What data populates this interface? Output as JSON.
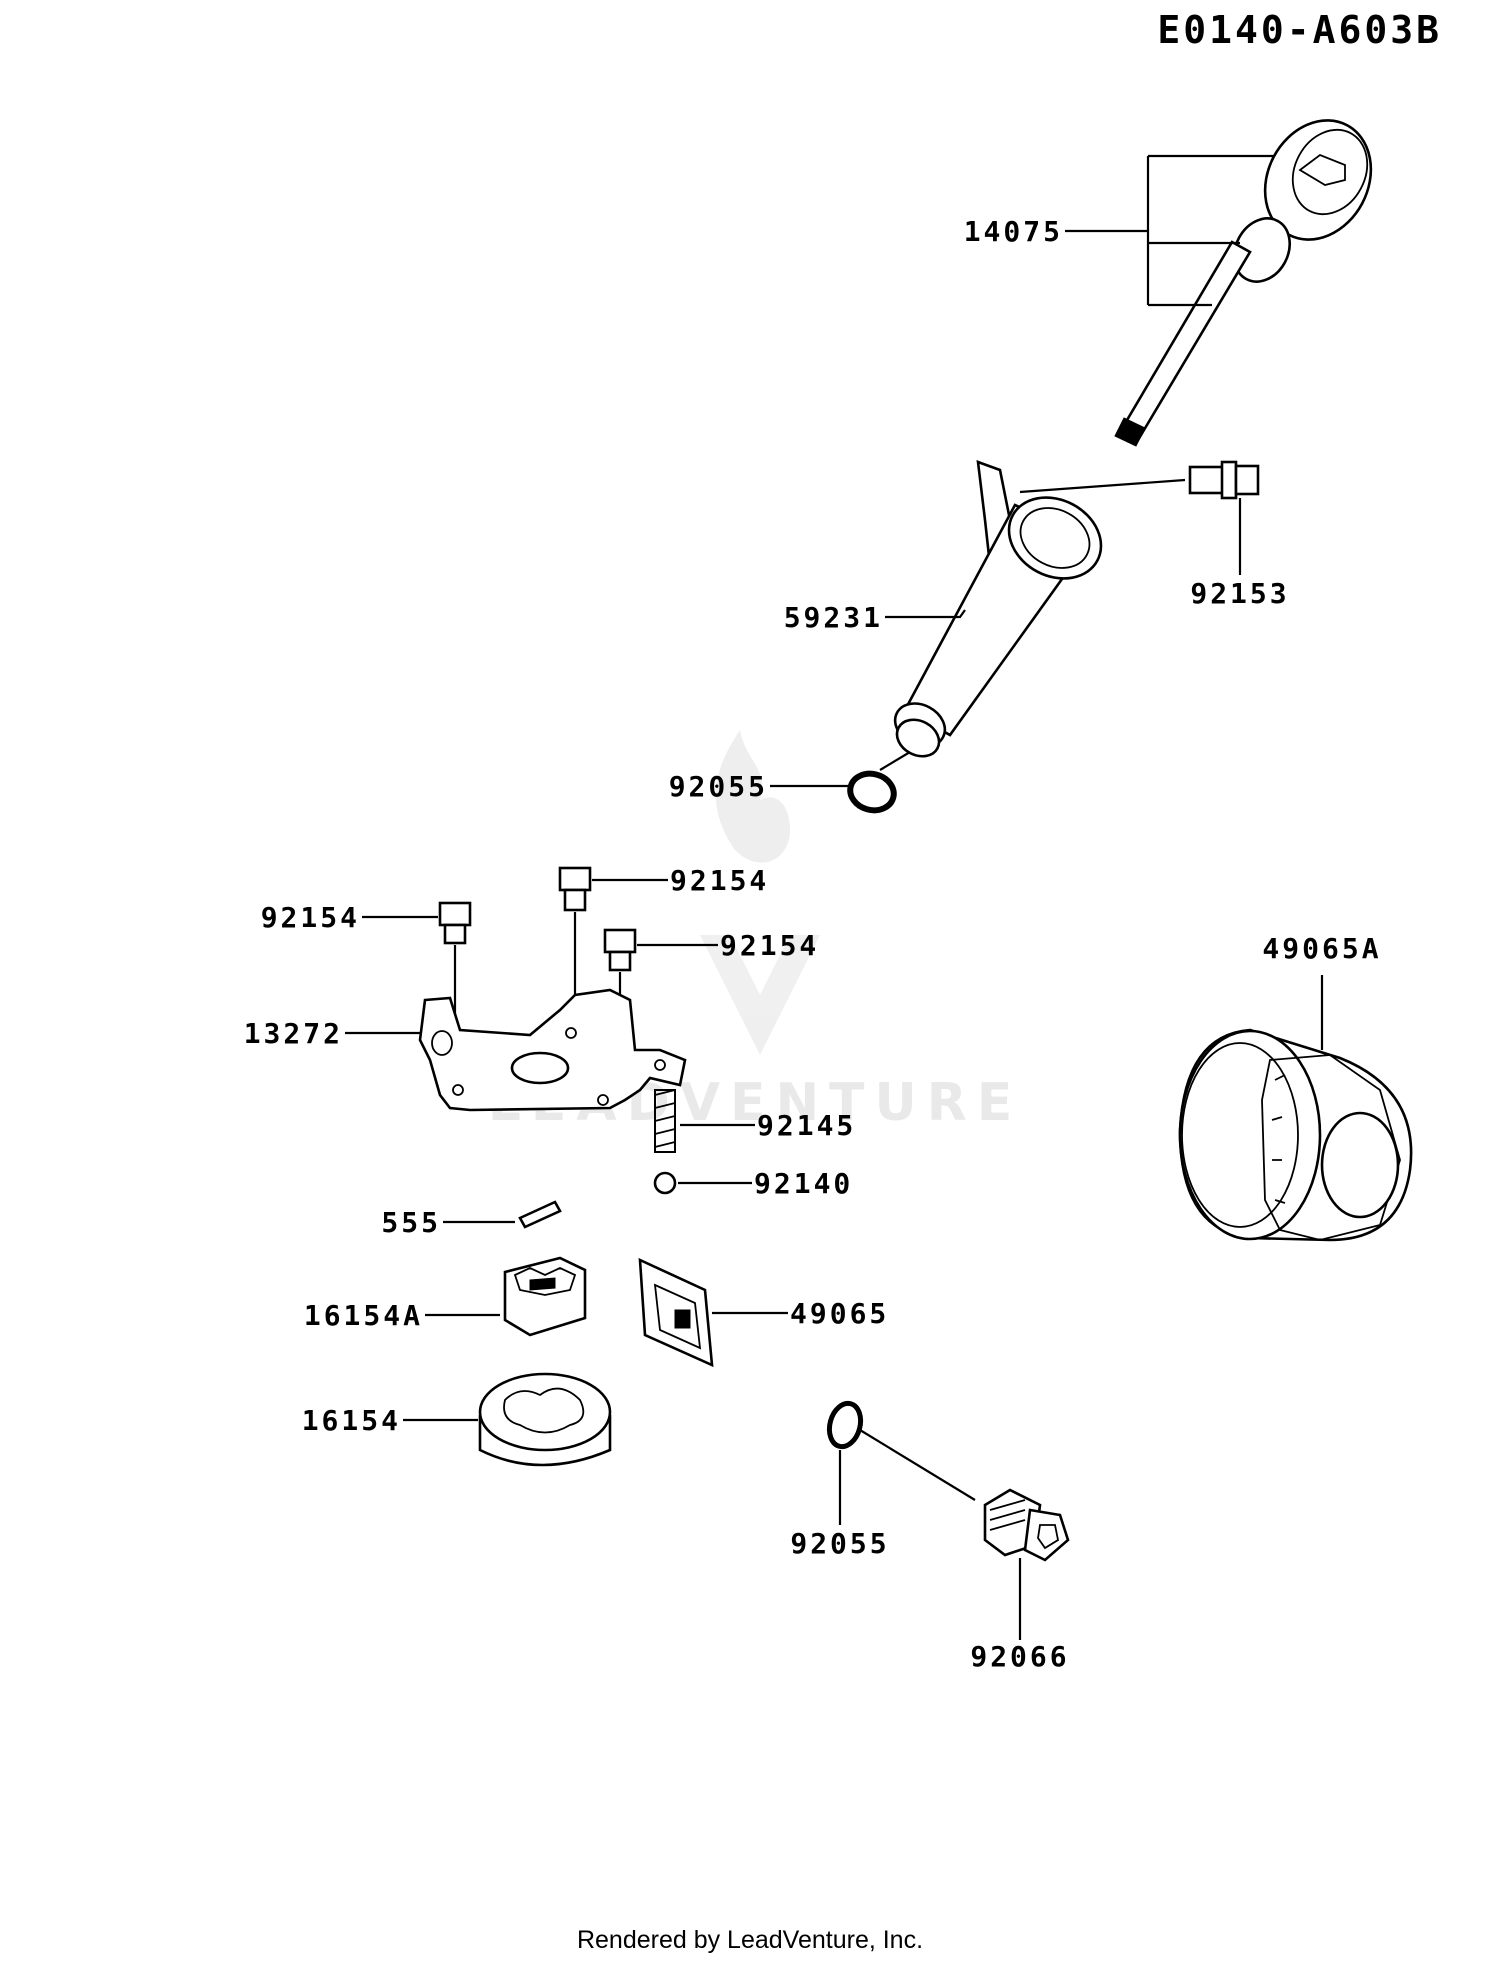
{
  "diagram": {
    "code": "E0140-A603B",
    "footer": "Rendered by LeadVenture, Inc.",
    "watermark": "LEADVENTURE",
    "parts": [
      {
        "key": "p14075",
        "number": "14075"
      },
      {
        "key": "p92153",
        "number": "92153"
      },
      {
        "key": "p59231",
        "number": "59231"
      },
      {
        "key": "p92055a",
        "number": "92055"
      },
      {
        "key": "p92154a",
        "number": "92154"
      },
      {
        "key": "p92154b",
        "number": "92154"
      },
      {
        "key": "p92154c",
        "number": "92154"
      },
      {
        "key": "p13272",
        "number": "13272"
      },
      {
        "key": "p92145",
        "number": "92145"
      },
      {
        "key": "p92140",
        "number": "92140"
      },
      {
        "key": "p555",
        "number": "555"
      },
      {
        "key": "p16154A",
        "number": "16154A"
      },
      {
        "key": "p49065",
        "number": "49065"
      },
      {
        "key": "p16154",
        "number": "16154"
      },
      {
        "key": "p92055b",
        "number": "92055"
      },
      {
        "key": "p92066",
        "number": "92066"
      },
      {
        "key": "p49065A",
        "number": "49065A"
      }
    ]
  }
}
